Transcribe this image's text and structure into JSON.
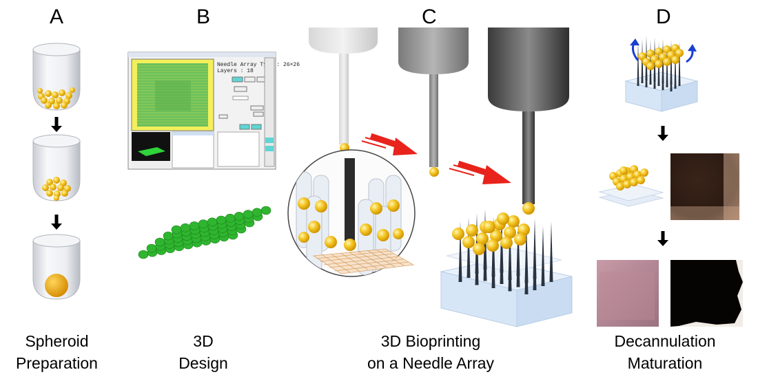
{
  "panels": [
    {
      "letter": "A",
      "caption_lines": [
        "Spheroid",
        "Preparation"
      ]
    },
    {
      "letter": "B",
      "caption_lines": [
        "3D",
        "Design"
      ]
    },
    {
      "letter": "C",
      "caption_lines": [
        "3D Bioprinting",
        "on a Needle Array"
      ]
    },
    {
      "letter": "D",
      "caption_lines": [
        "Decannulation",
        "Maturation"
      ]
    }
  ],
  "software": {
    "array_type_label": "Needle Array Type : 26×26",
    "layers_label": "Layers : 18"
  },
  "colors": {
    "spheroid": "#f3c21e",
    "spheroid_shadow": "#d9a300",
    "arrow_red": "#e8231c",
    "model_green": "#2fb52f",
    "substrate_blue": "#dbe8f7",
    "needle_dark": "#2a3340"
  }
}
